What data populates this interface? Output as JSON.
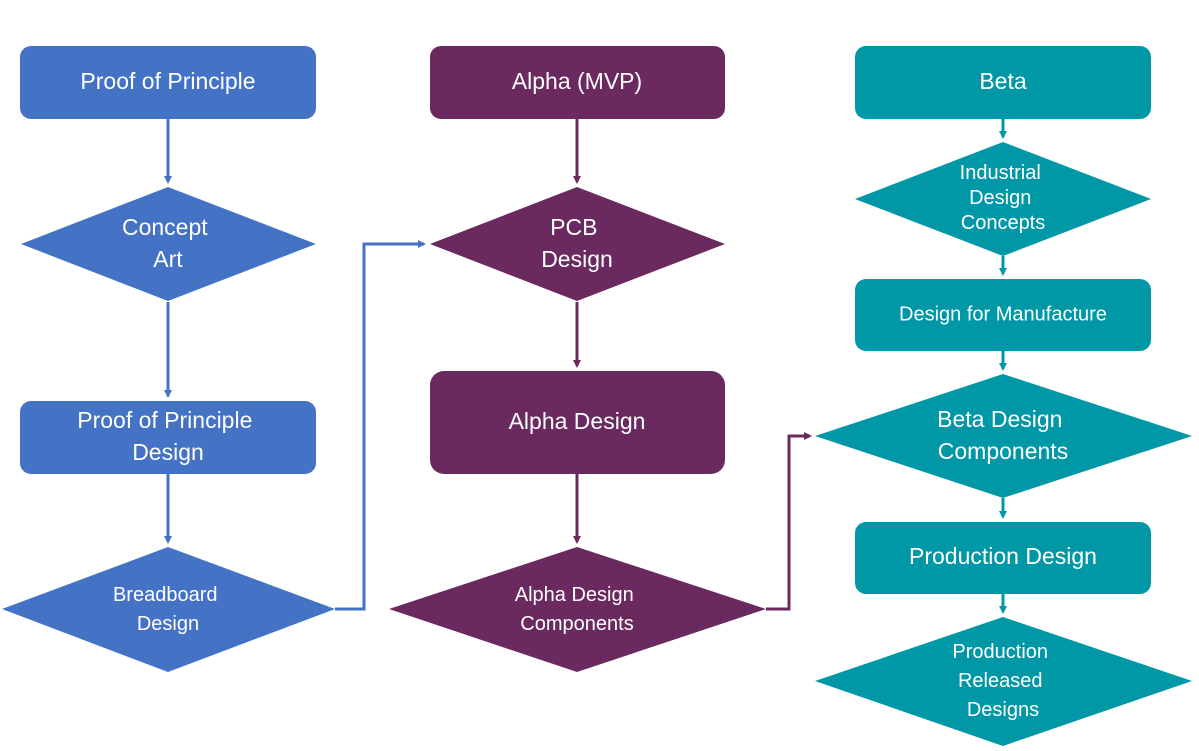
{
  "colors": {
    "proof": "#4472C4",
    "alpha": "#6A2A5F",
    "beta": "#0097A7",
    "background": "#FFFFFF",
    "text": "#FFFFFF"
  },
  "columns": {
    "proof": {
      "header": "Proof of Principle",
      "step1": [
        "Concept",
        "Art"
      ],
      "step2": [
        "Proof of Principle",
        "Design"
      ],
      "step3": [
        "Breadboard",
        "Design"
      ]
    },
    "alpha": {
      "header": "Alpha (MVP)",
      "step1": [
        "PCB",
        "Design"
      ],
      "step2": "Alpha Design",
      "step3": [
        "Alpha Design",
        "Components"
      ]
    },
    "beta": {
      "header": "Beta",
      "step1": [
        "Industrial",
        "Design",
        "Concepts"
      ],
      "step2": "Design for Manufacture",
      "step3": [
        "Beta Design",
        "Components"
      ],
      "step4": "Production Design",
      "step5": [
        "Production",
        "Released",
        "Designs"
      ]
    }
  }
}
